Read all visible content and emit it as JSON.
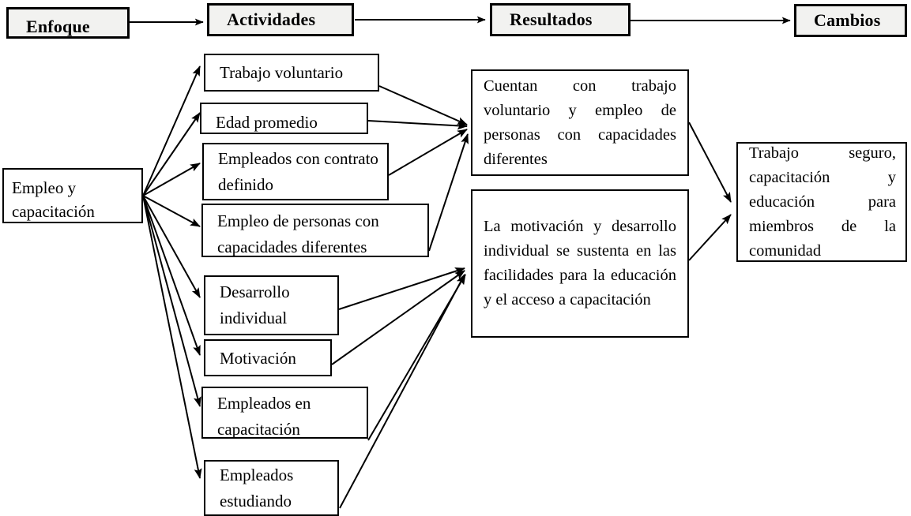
{
  "diagram": {
    "title": "Modelo de cambio: Empleo y capacitacion",
    "language": "es",
    "style": {
      "box_border": "#000000",
      "box_fill": "#ffffff",
      "phase_fill": "#f2f2f0",
      "text": "#000000",
      "arrow": "#000000"
    }
  },
  "phases": [
    {
      "id": "enfoque",
      "label": "Enfoque"
    },
    {
      "id": "actividades",
      "label": "Actividades"
    },
    {
      "id": "resultados",
      "label": "Resultados"
    },
    {
      "id": "cambios",
      "label": "Cambios"
    }
  ],
  "focus": {
    "id": "empleo-y-capacitacion",
    "label": "Empleo y capacitación"
  },
  "activities": [
    {
      "id": "trabajo-voluntario",
      "label": "Trabajo voluntario"
    },
    {
      "id": "edad-promedio",
      "label": "Edad promedio"
    },
    {
      "id": "empleados-contrato",
      "label": "Empleados con contrato definido"
    },
    {
      "id": "empleo-capacidades",
      "label": "Empleo de personas con capacidades diferentes"
    },
    {
      "id": "desarrollo-individual",
      "label": "Desarrollo individual"
    },
    {
      "id": "motivacion",
      "label": "Motivación"
    },
    {
      "id": "empleados-capacitacion",
      "label": "Empleados en capacitación"
    },
    {
      "id": "empleados-estudiando",
      "label": "Empleados estudiando"
    }
  ],
  "results": [
    {
      "id": "resultado-trabajo-voluntario",
      "label": "Cuentan con trabajo voluntario y empleo de personas con capacidades diferentes"
    },
    {
      "id": "resultado-motivacion",
      "label": "La motivación y desarrollo individual se sustenta en las facilidades para la educación y el acceso a capacitación"
    }
  ],
  "changes": [
    {
      "id": "cambio-trabajo-seguro",
      "label": "Trabajo seguro, capacitación y educación para miembros de la comunidad"
    }
  ]
}
